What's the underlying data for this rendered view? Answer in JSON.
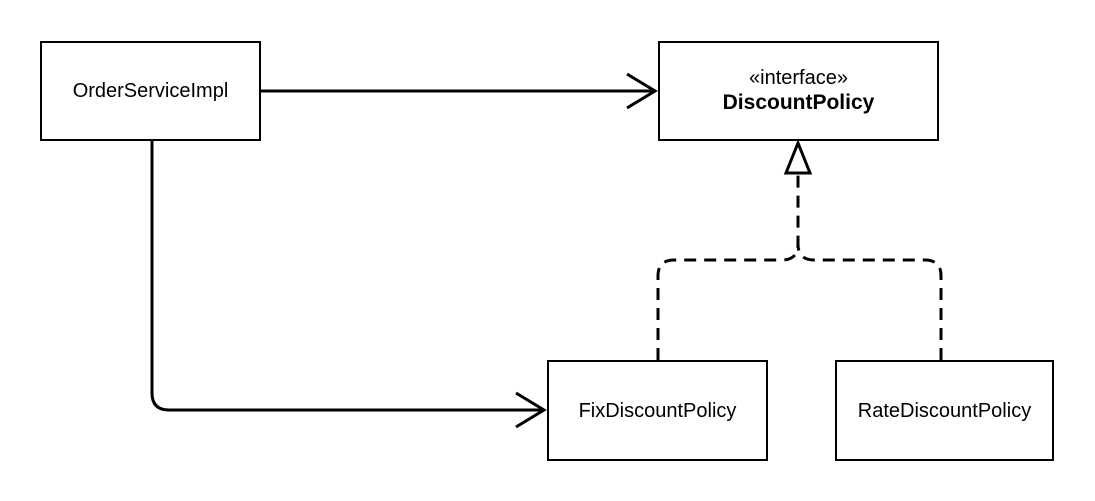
{
  "diagram": {
    "type": "uml-class",
    "nodes": {
      "order_service_impl": {
        "label": "OrderServiceImpl"
      },
      "discount_policy": {
        "stereotype": "«interface»",
        "label": "DiscountPolicy"
      },
      "fix_discount_policy": {
        "label": "FixDiscountPolicy"
      },
      "rate_discount_policy": {
        "label": "RateDiscountPolicy"
      }
    },
    "edges": [
      {
        "from": "OrderServiceImpl",
        "to": "DiscountPolicy",
        "kind": "association"
      },
      {
        "from": "OrderServiceImpl",
        "to": "FixDiscountPolicy",
        "kind": "association"
      },
      {
        "from": "FixDiscountPolicy",
        "to": "DiscountPolicy",
        "kind": "realization"
      },
      {
        "from": "RateDiscountPolicy",
        "to": "DiscountPolicy",
        "kind": "realization"
      }
    ],
    "colors": {
      "stroke": "#000000",
      "fill": "#ffffff"
    }
  }
}
